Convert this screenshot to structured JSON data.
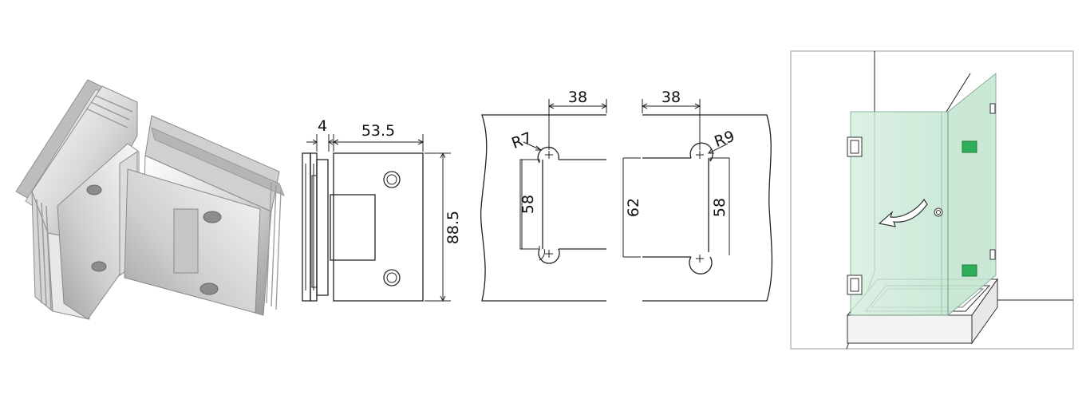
{
  "dims": {
    "thickness": "4",
    "width": "53.5",
    "height": "88.5",
    "cut1_width": "38",
    "cut1_radius": "R7",
    "cut1_height": "58",
    "cut2_width": "38",
    "cut2_radius": "R9",
    "cut2_height_outer": "62",
    "cut2_height_inner": "58"
  },
  "colors": {
    "glass": "#cfe9d9",
    "glass_dark": "#a9d6bd",
    "hinge_marker": "#2fae5a",
    "metal_light": "#f2f2f2",
    "metal_mid": "#c8c8c8",
    "metal_dark": "#8a8a8a",
    "line": "#222222",
    "frame": "#999999"
  },
  "icons": {
    "hinge_photo": "glass-clamp-hinge-photo",
    "swing_arrow": "curved-arrow-icon"
  }
}
